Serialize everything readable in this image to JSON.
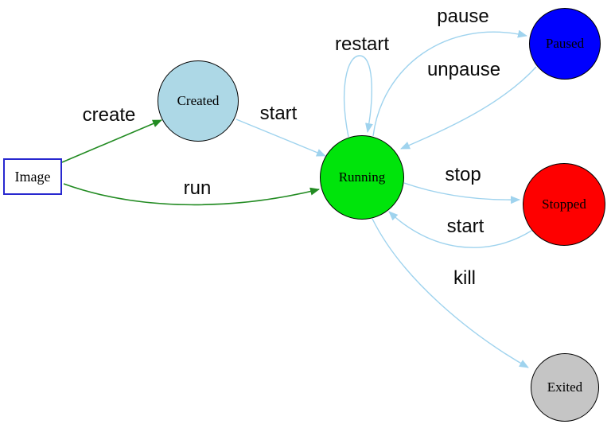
{
  "diagram": {
    "title": "container-lifecycle-state-diagram",
    "colors": {
      "background": "#ffffff",
      "edge_green": "#228b22",
      "edge_blue": "#9fd3ee",
      "image_border": "#2828cf",
      "created_fill": "#add8e6",
      "running_fill": "#00e40b",
      "paused_fill": "#0000fe",
      "stopped_fill": "#fe0000",
      "exited_fill": "#c5c5c5"
    },
    "nodes": [
      {
        "id": "image",
        "label": "Image",
        "shape": "rect",
        "fill": "#ffffff"
      },
      {
        "id": "created",
        "label": "Created",
        "shape": "circle",
        "fill": "#add8e6"
      },
      {
        "id": "running",
        "label": "Running",
        "shape": "circle",
        "fill": "#00e40b"
      },
      {
        "id": "paused",
        "label": "Paused",
        "shape": "circle",
        "fill": "#0000fe"
      },
      {
        "id": "stopped",
        "label": "Stopped",
        "shape": "circle",
        "fill": "#fe0000"
      },
      {
        "id": "exited",
        "label": "Exited",
        "shape": "circle",
        "fill": "#c5c5c5"
      }
    ],
    "edges": [
      {
        "from": "image",
        "to": "created",
        "label": "create",
        "color": "#228b22"
      },
      {
        "from": "image",
        "to": "running",
        "label": "run",
        "color": "#228b22"
      },
      {
        "from": "created",
        "to": "running",
        "label": "start",
        "color": "#9fd3ee"
      },
      {
        "from": "running",
        "to": "running",
        "label": "restart",
        "color": "#9fd3ee"
      },
      {
        "from": "running",
        "to": "paused",
        "label": "pause",
        "color": "#9fd3ee"
      },
      {
        "from": "paused",
        "to": "running",
        "label": "unpause",
        "color": "#9fd3ee"
      },
      {
        "from": "running",
        "to": "stopped",
        "label": "stop",
        "color": "#9fd3ee"
      },
      {
        "from": "stopped",
        "to": "running",
        "label": "start",
        "color": "#9fd3ee"
      },
      {
        "from": "running",
        "to": "exited",
        "label": "kill",
        "color": "#9fd3ee"
      }
    ]
  }
}
